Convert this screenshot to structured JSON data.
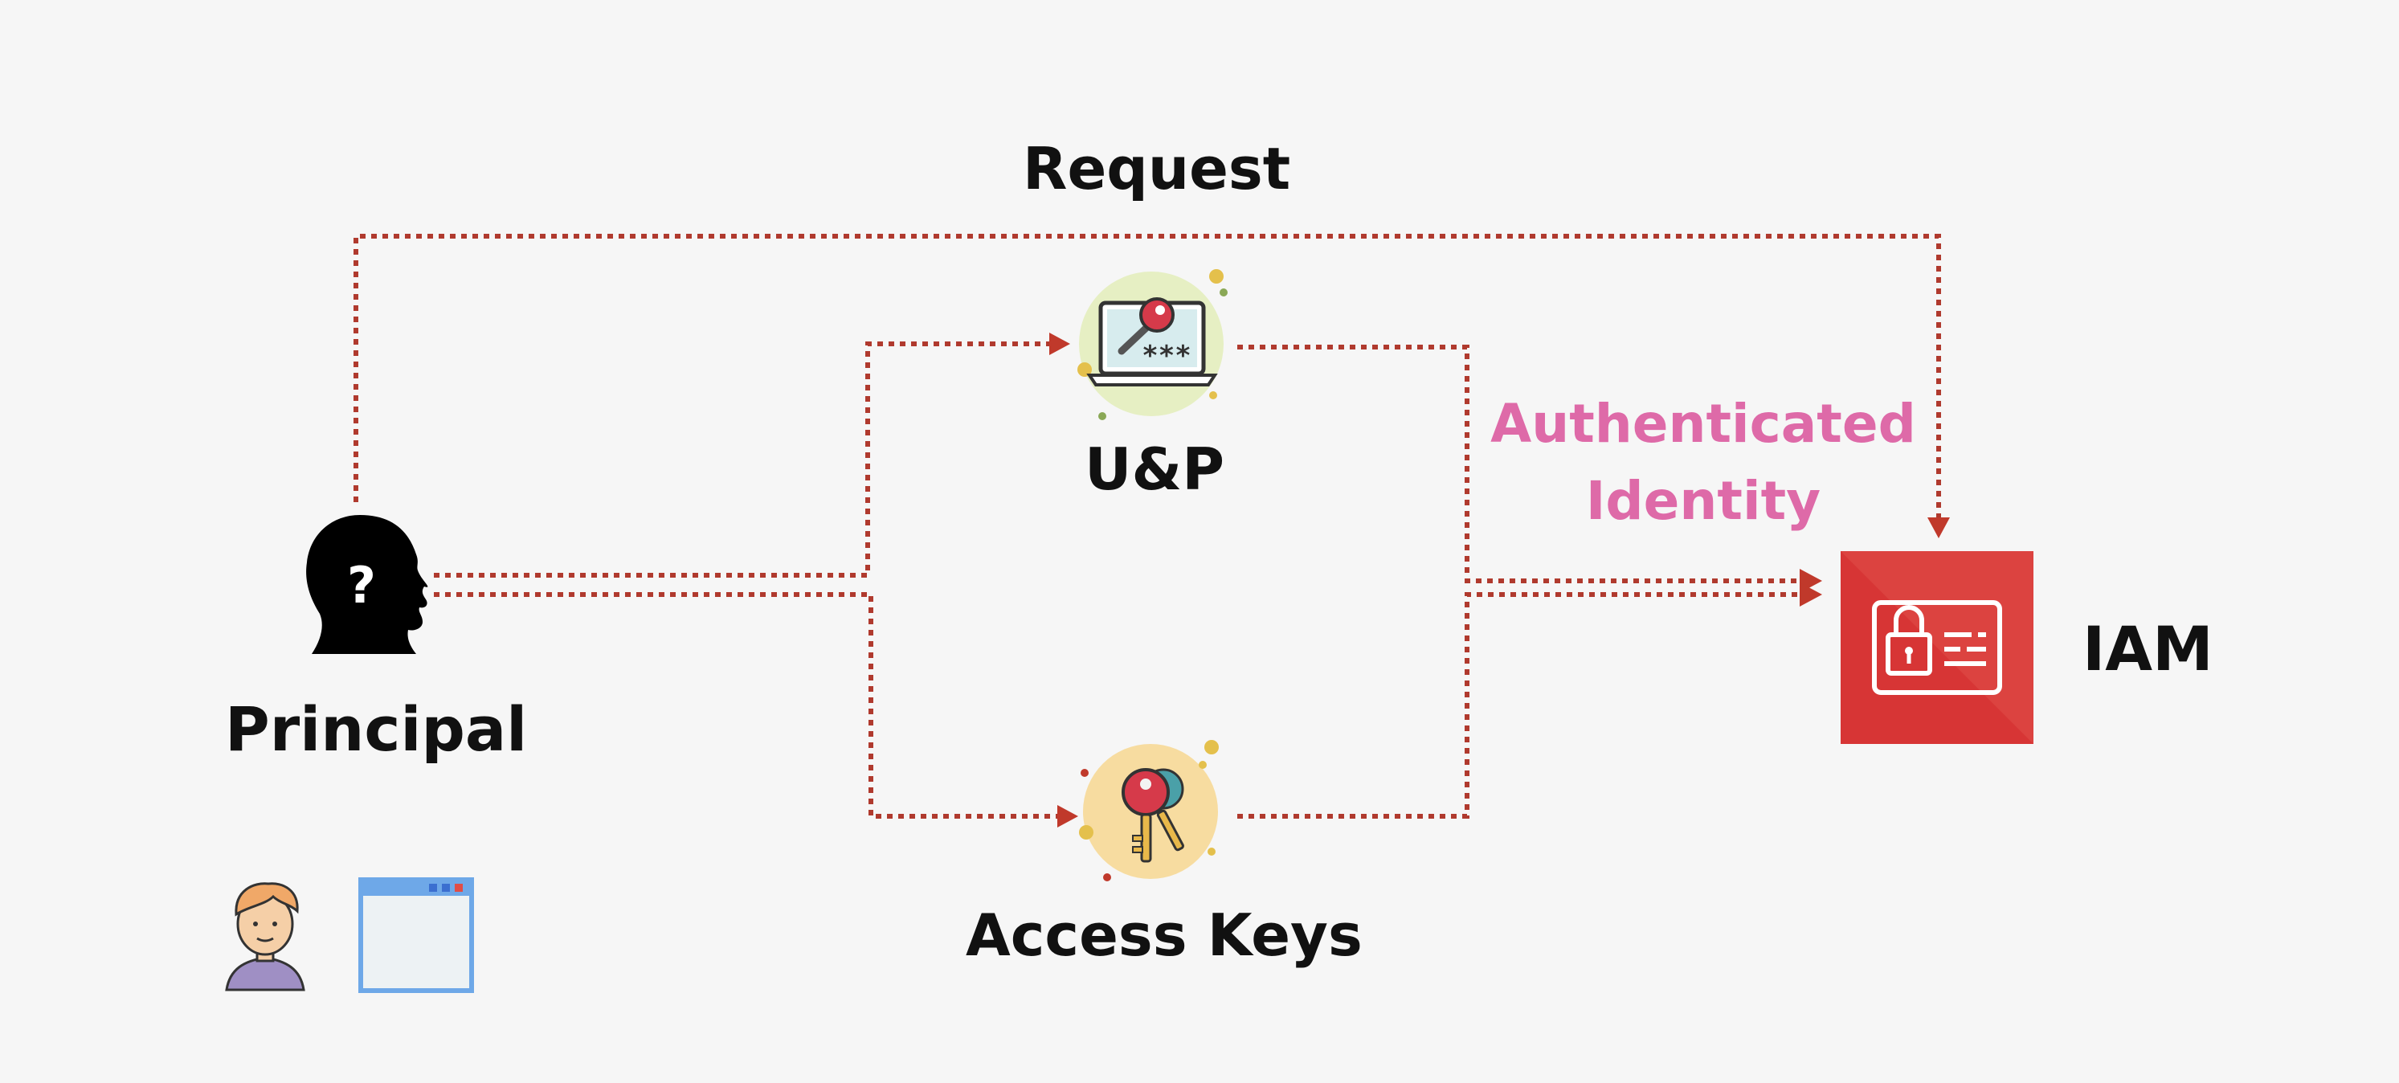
{
  "labels": {
    "request": "Request",
    "up": "U&P",
    "access_keys": "Access Keys",
    "principal": "Principal",
    "authenticated_line1": "Authenticated",
    "authenticated_line2": "Identity",
    "iam": "IAM"
  },
  "head_icon_text": "?",
  "password_mask": "***",
  "colors": {
    "background": "#f6f6f6",
    "connector": "#b03a2e",
    "arrowhead": "#c0392b",
    "authenticated_text": "#de6aa8",
    "iam_tile": "#d73535",
    "up_circle": "#e6efc3",
    "keys_circle": "#f7dca0",
    "label_text": "#111111"
  },
  "icons": {
    "principal": "head-silhouette-question-icon",
    "user": "person-avatar-icon",
    "app": "application-window-icon",
    "up": "laptop-password-key-icon",
    "keys": "access-keys-icon",
    "iam": "iam-identity-card-icon"
  }
}
